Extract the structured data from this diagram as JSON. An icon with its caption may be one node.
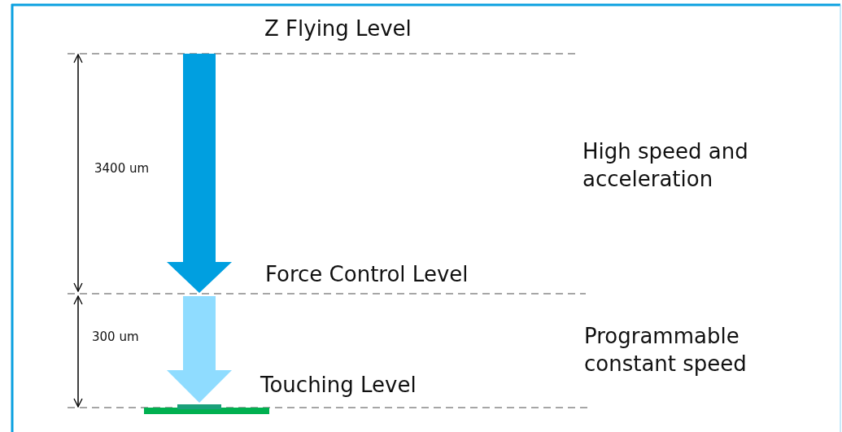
{
  "diagram": {
    "labels": [
      "Z Flying Level",
      "3400 um",
      "High speed and acceleration",
      "Force Control Level",
      "300 um",
      "Programmable constant speed",
      "Touching Level"
    ]
  }
}
